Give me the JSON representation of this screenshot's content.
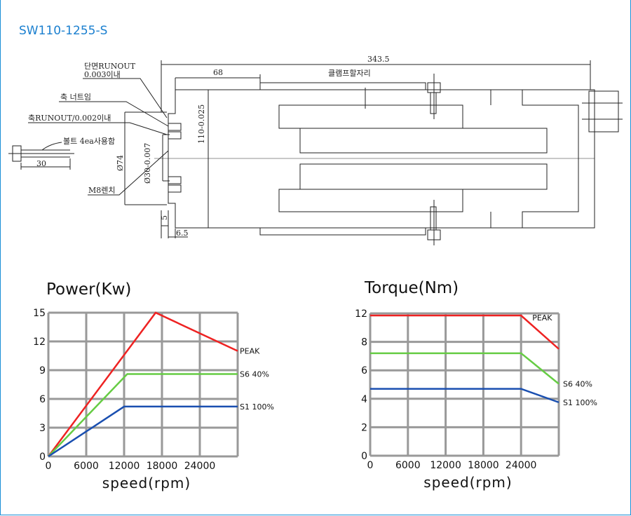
{
  "title": "SW110-1255-S",
  "drawing": {
    "overall_length": "343.5",
    "offset_68": "68",
    "clamp_area": "클램프할자리",
    "face_runout_1": "단면RUNOUT",
    "face_runout_2": "0.003이내",
    "shaft_nut": "축 너트임",
    "shaft_runout": "축RUNOUT/0.002이내",
    "bolt_note": "볼트 4ea사용함",
    "bolt_len": "30",
    "dia_74": "Ø74",
    "dia_30": "Ø30-0.007",
    "dia_110": "110-0.025",
    "wrench": "M8렌치",
    "dim_5": "5",
    "dim_6_5": "6.5"
  },
  "chart_data": [
    {
      "type": "line",
      "title": "Power(Kw)",
      "xlabel": "speed(rpm)",
      "xlim": [
        0,
        30000
      ],
      "ylim": [
        0,
        15
      ],
      "xticks": [
        "0",
        "6000",
        "12000",
        "18000",
        "24000"
      ],
      "yticks": [
        "0",
        "3",
        "6",
        "9",
        "12",
        "15"
      ],
      "grid": true,
      "series": [
        {
          "name": "PEAK",
          "color": "#ee2222",
          "x": [
            0,
            17000,
            30000
          ],
          "y": [
            0,
            15,
            11
          ]
        },
        {
          "name": "S6 40%",
          "color": "#66cc44",
          "x": [
            0,
            12500,
            30000
          ],
          "y": [
            0,
            8.6,
            8.6
          ]
        },
        {
          "name": "S1 100%",
          "color": "#1a4fb0",
          "x": [
            0,
            12000,
            30000
          ],
          "y": [
            0,
            5.2,
            5.2
          ]
        }
      ]
    },
    {
      "type": "line",
      "title": "Torque(Nm)",
      "xlabel": "speed(rpm)",
      "xlim": [
        0,
        30000
      ],
      "ylim": [
        0,
        12
      ],
      "xticks": [
        "0",
        "6000",
        "12000",
        "18000",
        "24000"
      ],
      "yticks": [
        "0",
        "2",
        "4",
        "6",
        "8",
        "12"
      ],
      "grid": true,
      "series": [
        {
          "name": "PEAK",
          "color": "#ee2222",
          "x": [
            0,
            24000,
            30000
          ],
          "y": [
            11.7,
            11.7,
            7.5
          ]
        },
        {
          "name": "S6 40%",
          "color": "#66cc44",
          "x": [
            0,
            24000,
            30000
          ],
          "y": [
            7.2,
            7.2,
            5.05
          ]
        },
        {
          "name": "S1 100%",
          "color": "#1a4fb0",
          "x": [
            0,
            24000,
            30000
          ],
          "y": [
            4.7,
            4.7,
            3.75
          ]
        }
      ]
    }
  ]
}
